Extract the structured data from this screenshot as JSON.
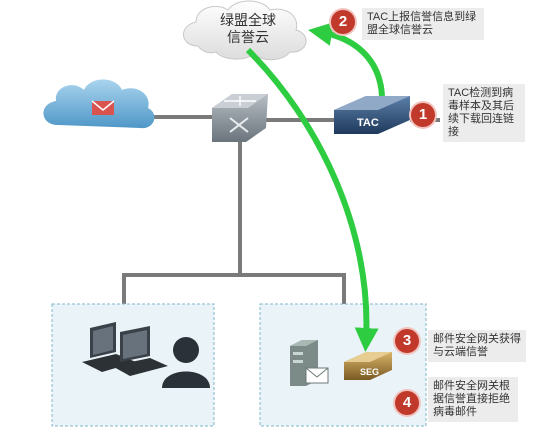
{
  "cloud": {
    "line1": "绿盟全球",
    "line2": "信誉云"
  },
  "devices": {
    "tac_label": "TAC",
    "seg_label": "SEG"
  },
  "steps": [
    {
      "num": "1",
      "text": "TAC检测到病毒样本及其后续下载回连链接"
    },
    {
      "num": "2",
      "text": "TAC上报信誉信息到绿盟全球信誉云"
    },
    {
      "num": "3",
      "text": "邮件安全网关获得与云端信誉"
    },
    {
      "num": "4",
      "text": "邮件安全网关根据信誉直接拒绝病毒邮件"
    }
  ],
  "colors": {
    "arrow": "#2ecc40",
    "badge": "#c0392b",
    "note_bg": "#ececec",
    "zone_border": "#7fb7c9",
    "zone_bg": "#eaf3f8"
  }
}
